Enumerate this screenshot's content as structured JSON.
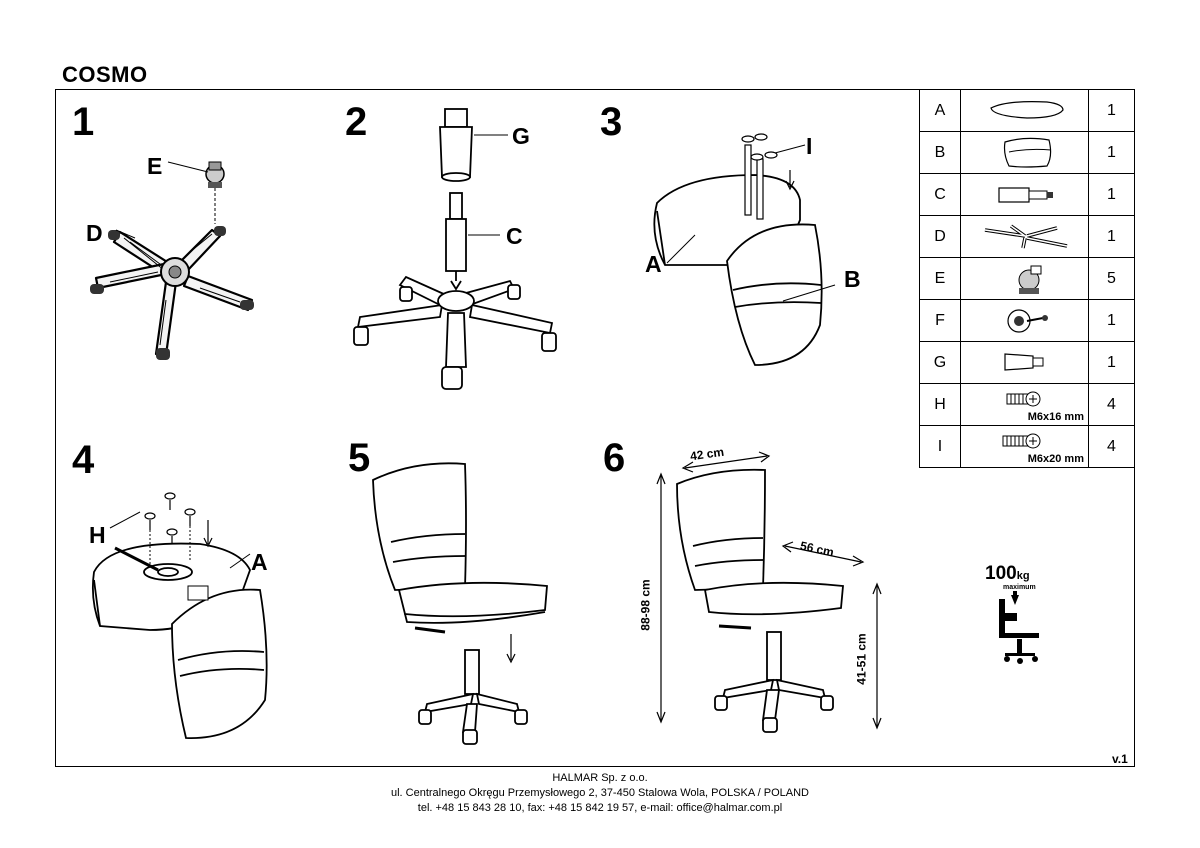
{
  "product": {
    "title": "COSMO"
  },
  "steps": [
    {
      "number": "1",
      "labels": [
        "E",
        "D"
      ]
    },
    {
      "number": "2",
      "labels": [
        "G",
        "C"
      ]
    },
    {
      "number": "3",
      "labels": [
        "I",
        "A",
        "B"
      ]
    },
    {
      "number": "4",
      "labels": [
        "H",
        "A"
      ]
    },
    {
      "number": "5",
      "labels": []
    },
    {
      "number": "6",
      "labels": []
    }
  ],
  "dimensions": {
    "width": "42 cm",
    "depth": "56 cm",
    "height": "88-98 cm",
    "seat_height": "41-51 cm"
  },
  "parts": [
    {
      "code": "A",
      "qty": "1",
      "icon": "seat-icon"
    },
    {
      "code": "B",
      "qty": "1",
      "icon": "backrest-icon"
    },
    {
      "code": "C",
      "qty": "1",
      "icon": "gas-lift-icon"
    },
    {
      "code": "D",
      "qty": "1",
      "icon": "star-base-icon"
    },
    {
      "code": "E",
      "qty": "5",
      "icon": "caster-icon"
    },
    {
      "code": "F",
      "qty": "1",
      "icon": "mechanism-icon"
    },
    {
      "code": "G",
      "qty": "1",
      "icon": "cover-icon"
    },
    {
      "code": "H",
      "qty": "4",
      "icon": "screw-icon",
      "spec": "M6x16 mm"
    },
    {
      "code": "I",
      "qty": "4",
      "icon": "screw-icon",
      "spec": "M6x20 mm"
    }
  ],
  "load": {
    "value": "100",
    "unit": "kg",
    "label": "maximum"
  },
  "version": "v.1",
  "footer": {
    "company": "HALMAR Sp. z o.o.",
    "address": "ul. Centralnego Okręgu Przemysłowego 2, 37-450 Stalowa Wola, POLSKA / POLAND",
    "contact": "tel. +48 15 843 28 10, fax: +48 15 842 19 57, e-mail: office@halmar.com.pl"
  }
}
